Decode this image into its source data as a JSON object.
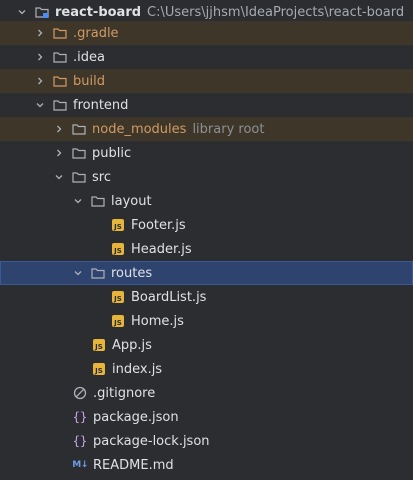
{
  "tree": {
    "root": {
      "label": "react-board",
      "path": "C:\\Users\\jjhsm\\IdeaProjects\\react-board"
    },
    "gradle": {
      "label": ".gradle"
    },
    "idea": {
      "label": ".idea"
    },
    "build": {
      "label": "build"
    },
    "frontend": {
      "label": "frontend"
    },
    "node_modules": {
      "label": "node_modules",
      "hint": "library root"
    },
    "public": {
      "label": "public"
    },
    "src": {
      "label": "src"
    },
    "layout": {
      "label": "layout"
    },
    "footer": {
      "label": "Footer.js"
    },
    "header": {
      "label": "Header.js"
    },
    "routes": {
      "label": "routes"
    },
    "boardlist": {
      "label": "BoardList.js"
    },
    "home": {
      "label": "Home.js"
    },
    "app": {
      "label": "App.js"
    },
    "index": {
      "label": "index.js"
    },
    "gitignore": {
      "label": ".gitignore"
    },
    "package": {
      "label": "package.json"
    },
    "package_lock": {
      "label": "package-lock.json"
    },
    "readme": {
      "label": "README.md"
    }
  },
  "badges": {
    "js": "JS",
    "md": "M↓",
    "json": "{}"
  },
  "colors": {
    "background": "#2b2d30",
    "excluded_row": "#3d3629",
    "selected_row": "#2e436e",
    "excluded_text": "#d19a66",
    "js_badge": "#e6b53a"
  }
}
